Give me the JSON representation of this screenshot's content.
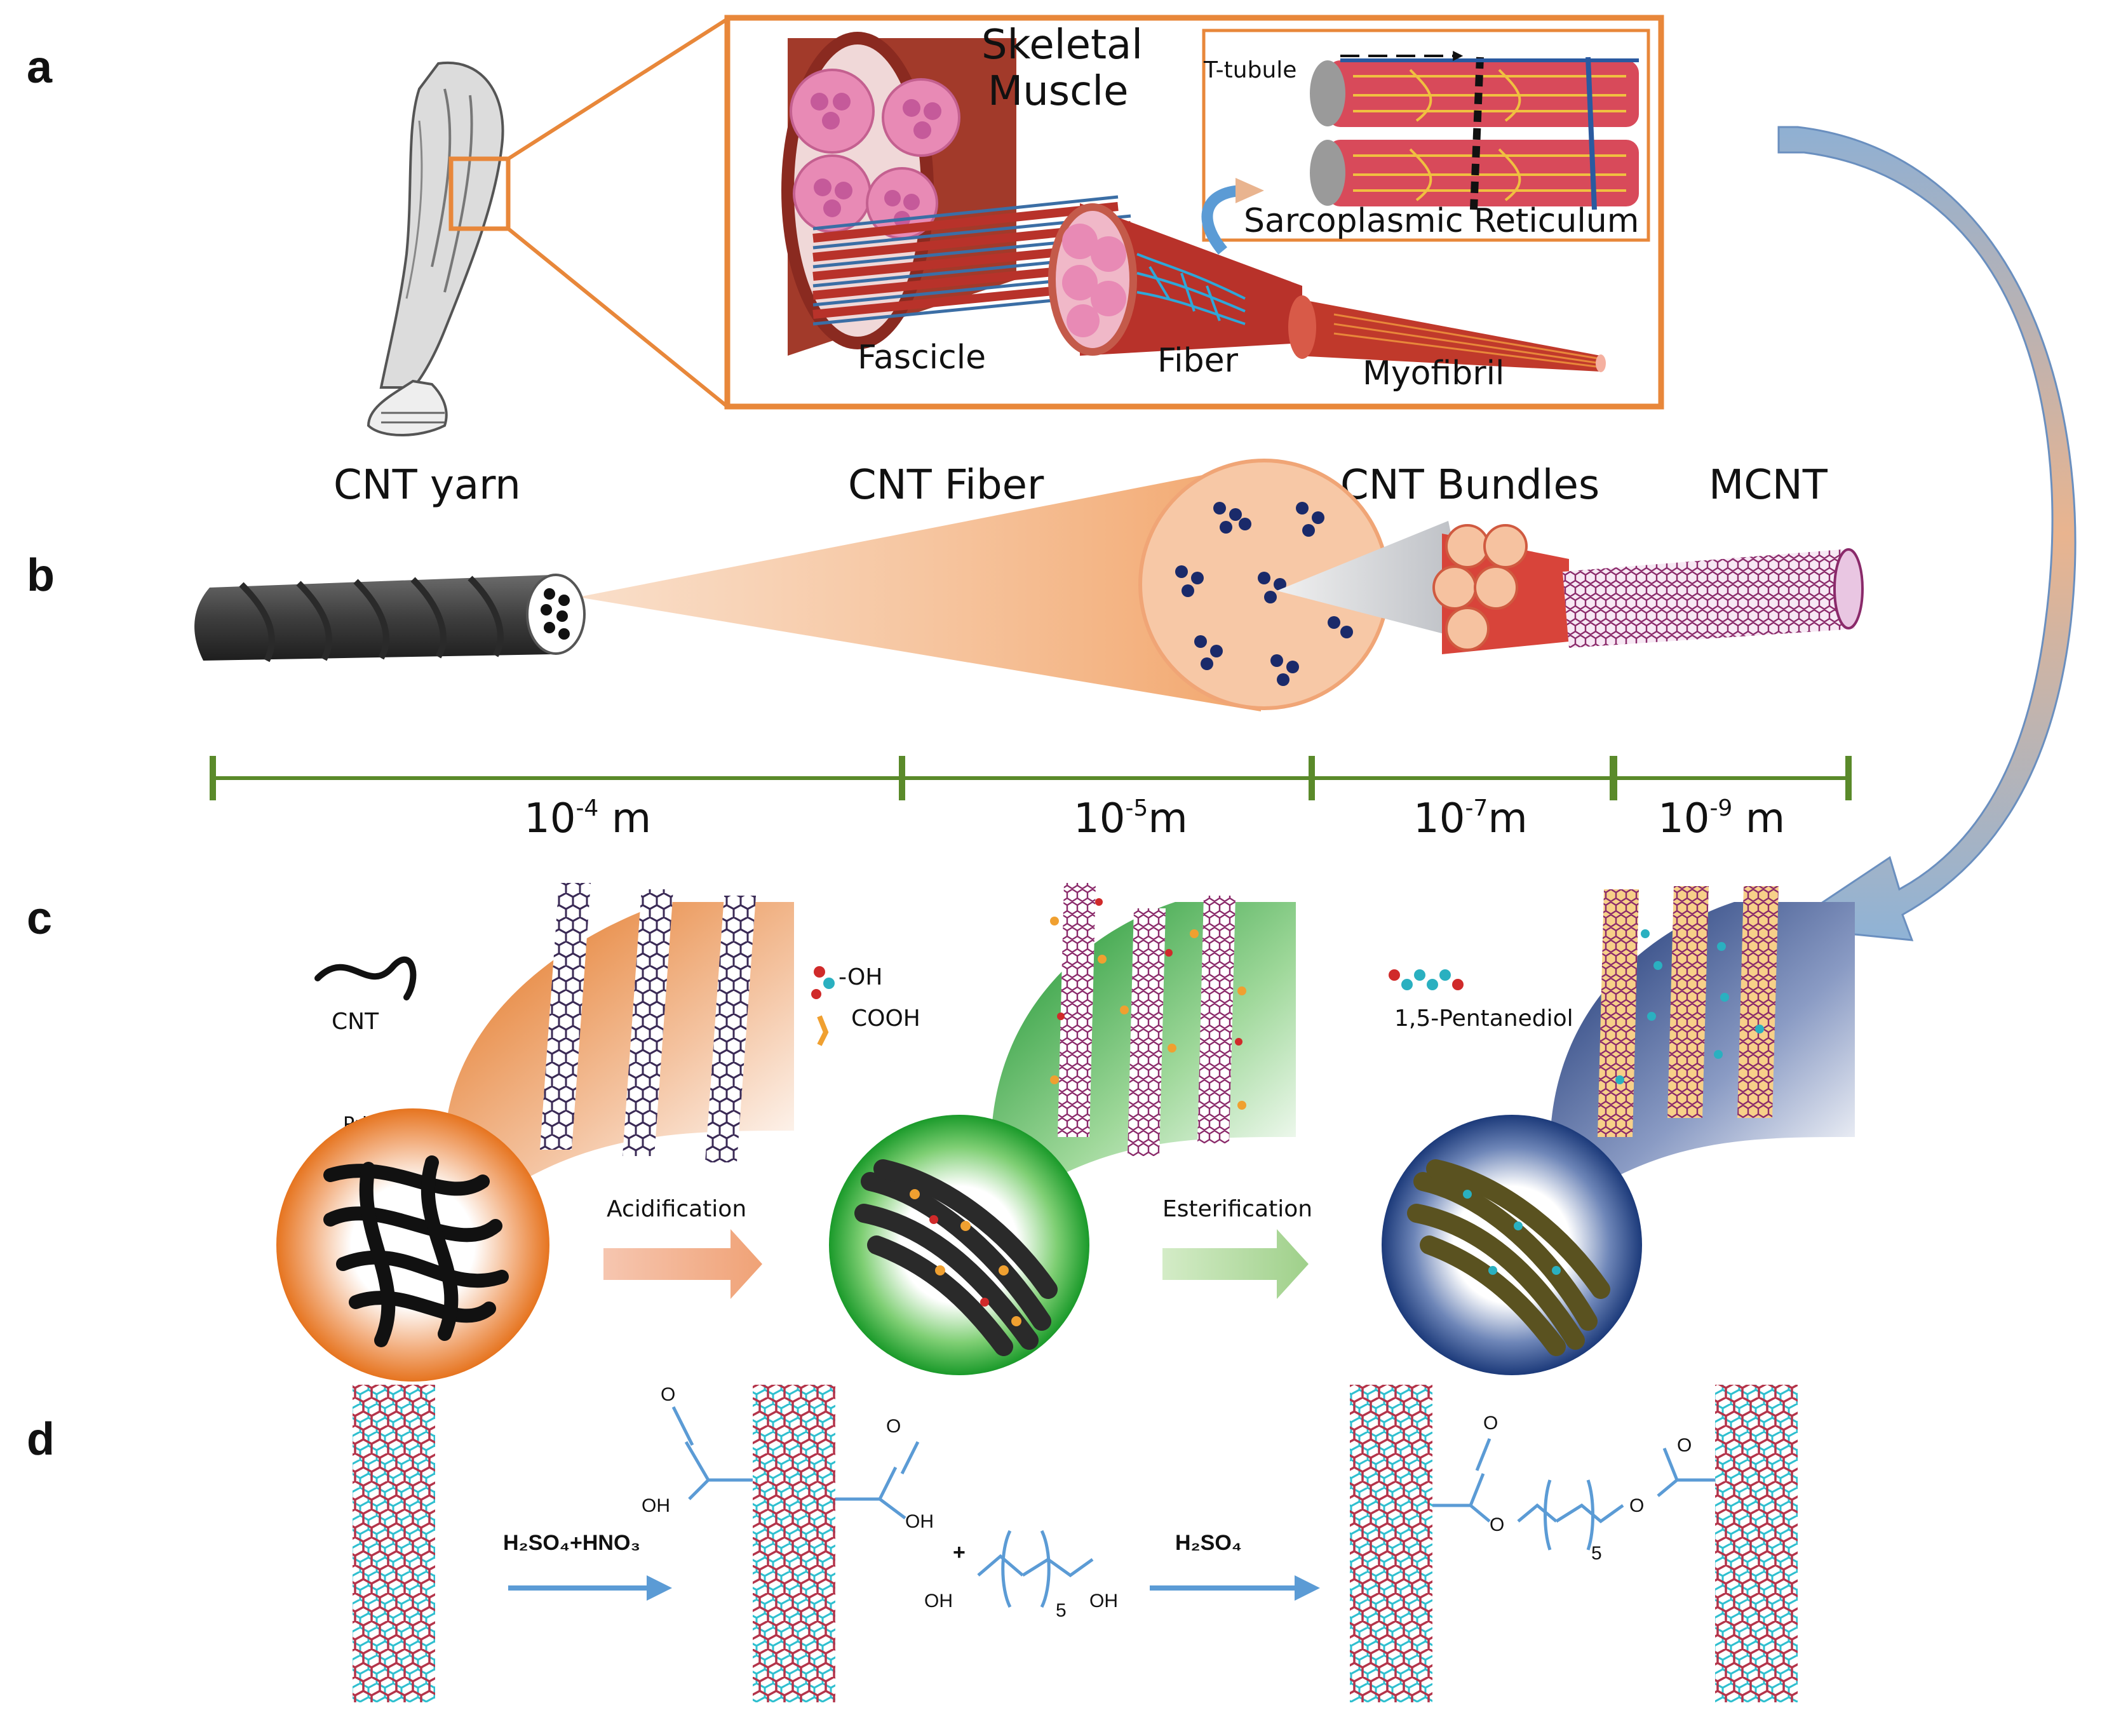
{
  "panels": {
    "a": "a",
    "b": "b",
    "c": "c",
    "d": "d"
  },
  "panel_a": {
    "skeletal": "Skeletal",
    "muscle": "Muscle",
    "t_tubule": "T-tubule",
    "sarcoplasmic": "Sarcoplasmic Reticulum",
    "fascicle": "Fascicle",
    "fiber": "Fiber",
    "myofibril": "Myofibril"
  },
  "panel_b": {
    "cnt_yarn": "CNT yarn",
    "cnt_fiber": "CNT Fiber",
    "cnt_bundles": "CNT Bundles",
    "mcnt": "MCNT",
    "scales": [
      {
        "base": "10",
        "exp": "-4",
        "unit": " m"
      },
      {
        "base": "10",
        "exp": "-5",
        "unit": "m"
      },
      {
        "base": "10",
        "exp": "-7",
        "unit": "m"
      },
      {
        "base": "10",
        "exp": "-9",
        "unit": " m"
      }
    ]
  },
  "panel_c": {
    "cnt": "CNT",
    "pristine": "Pristine",
    "oh": "-OH",
    "cooh": "COOH",
    "pentanediol": "1,5-Pentanediol",
    "acidification": "Acidification",
    "esterification": "Esterification"
  },
  "panel_d": {
    "o": "O",
    "oh": "OH",
    "plus": "+",
    "five": "5",
    "reagent1": "H₂SO₄+HNO₃",
    "reagent2": "H₂SO₄"
  },
  "colors": {
    "orange_frame": "#e8873a",
    "scale_green": "#5a8a2a",
    "arrow_blue": "#5b9bd5",
    "muscle_red": "#c0392b",
    "cnt_purple": "#6a2c91",
    "green_shell": "#1a9a2a",
    "navy_shell": "#1c3a7a"
  }
}
